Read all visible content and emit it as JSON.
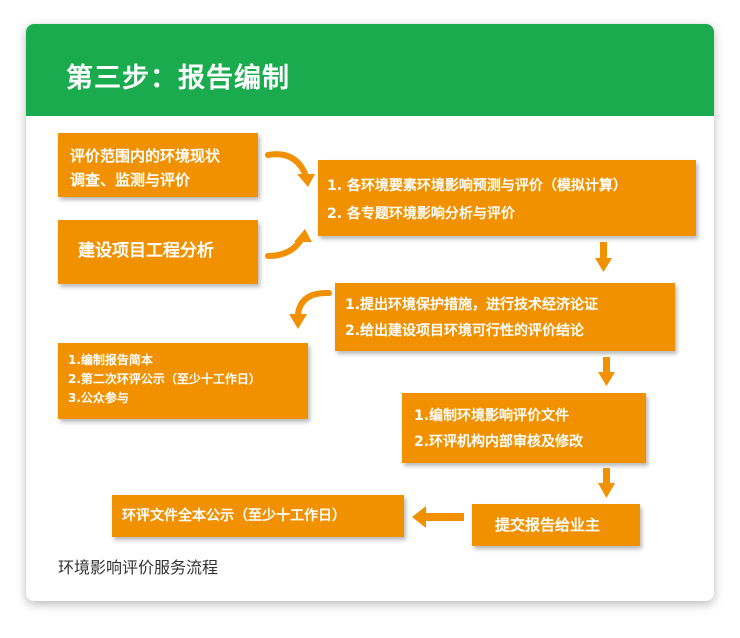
{
  "colors": {
    "header": "#1aab4e",
    "box": "#f29100",
    "arrow": "#f29100"
  },
  "title": "第三步：报告编制",
  "boxes": {
    "scope_survey": {
      "lines": [
        "评价范围内的环境现状",
        "调查、监测与评价"
      ]
    },
    "project_analysis": {
      "lines": [
        "建设项目工程分析"
      ]
    },
    "prediction": {
      "lines": [
        "1. 各环境要素环境影响预测与评价（模拟计算）",
        "2. 各专题环境影响分析与评价"
      ]
    },
    "protection": {
      "lines": [
        "1.提出环境保护措施，进行技术经济论证",
        "2.给出建设项目环境可行性的评价结论"
      ]
    },
    "public": {
      "lines": [
        "1.编制报告简本",
        "2.第二次环评公示（至少十工作日）",
        "3.公众参与"
      ]
    },
    "compile_file": {
      "lines": [
        "1.编制环境影响评价文件",
        "2.环评机构内部审核及修改"
      ]
    },
    "submit": {
      "lines": [
        "提交报告给业主"
      ]
    },
    "full_publicity": {
      "lines": [
        "环评文件全本公示（至少十工作日）"
      ]
    }
  },
  "caption": "环境影响评价服务流程"
}
